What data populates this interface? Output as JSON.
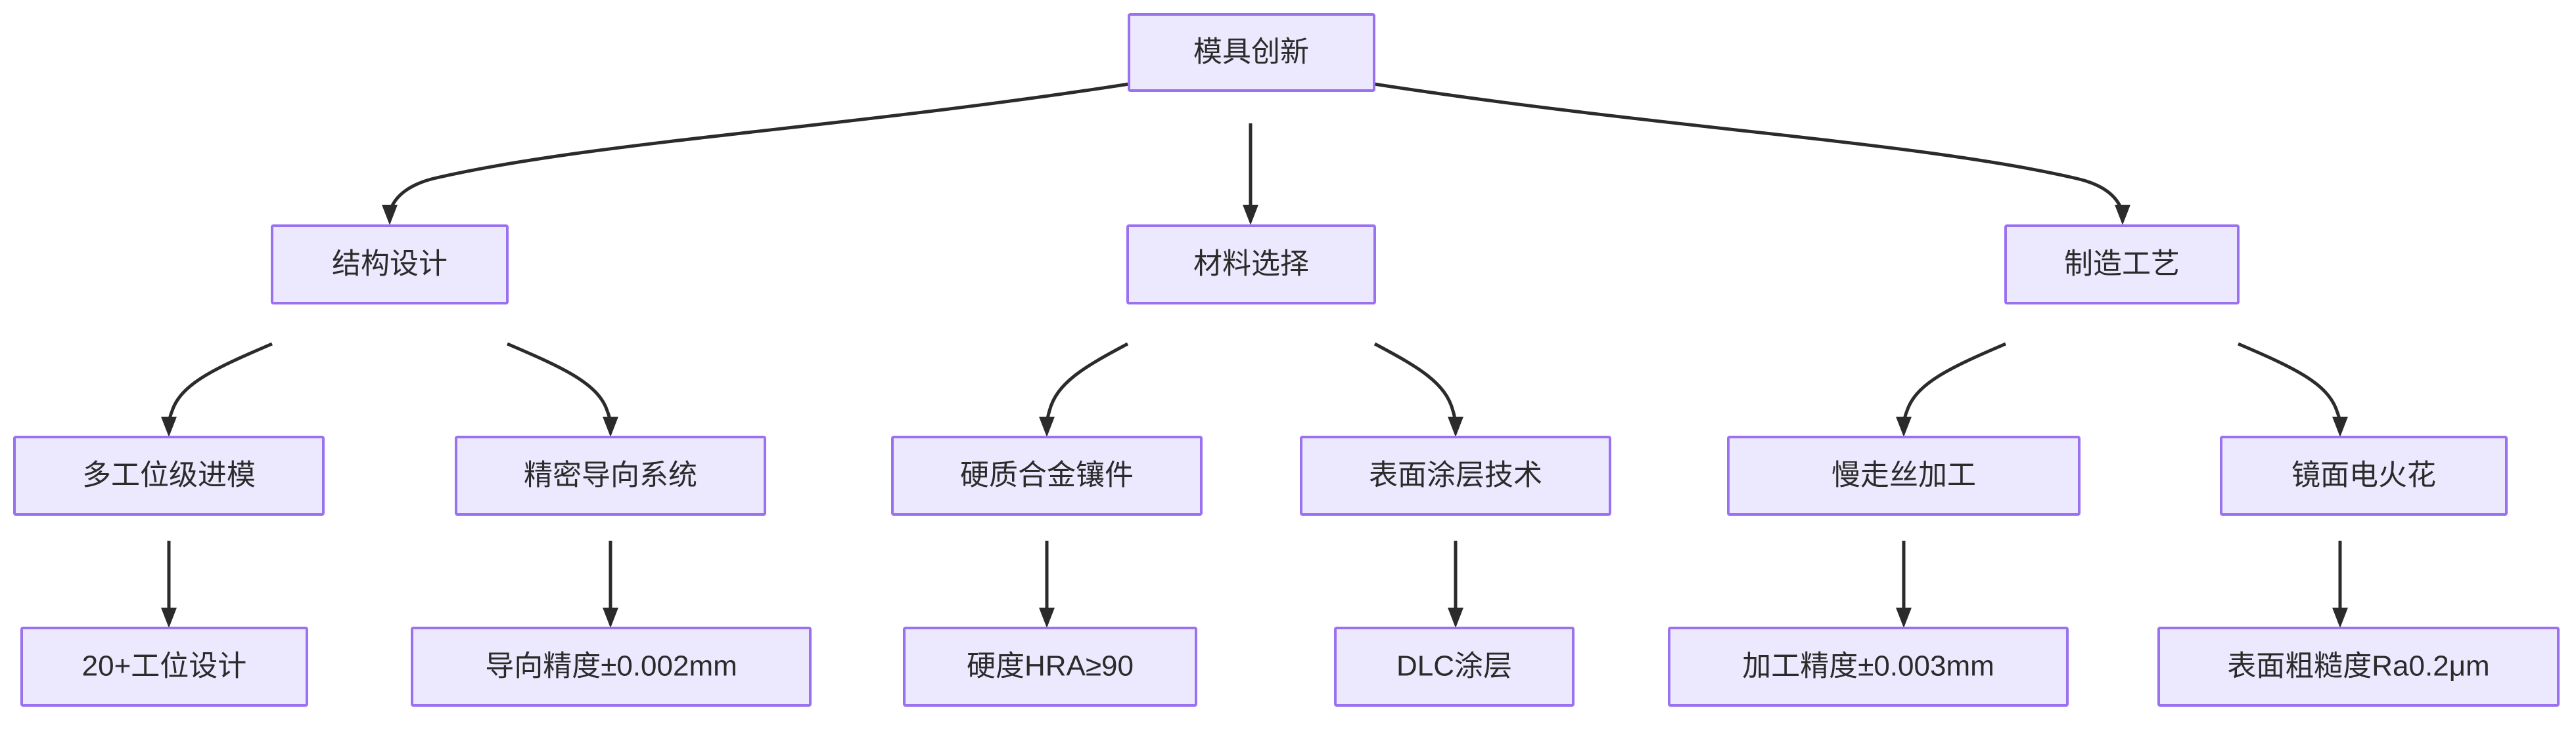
{
  "diagram": {
    "type": "flowchart",
    "orientation": "top-down",
    "background_color": "#ffffff",
    "node_fill_color": "#ECE8FD",
    "node_border_color": "#9A72F0",
    "edge_color": "#2b2b2b",
    "text_color": "#2b2b2b",
    "levels": 4,
    "node_count": 13,
    "edge_count": 12
  },
  "nodes": {
    "root": {
      "id": "n_root",
      "label": "模具创新",
      "level": 1
    },
    "l2": [
      {
        "id": "n_struct",
        "label": "结构设计",
        "level": 2
      },
      {
        "id": "n_material",
        "label": "材料选择",
        "level": 2
      },
      {
        "id": "n_process",
        "label": "制造工艺",
        "level": 2
      }
    ],
    "l3": [
      {
        "id": "n_progressive",
        "label": "多工位级进模",
        "level": 3,
        "parent": "n_struct"
      },
      {
        "id": "n_guide",
        "label": "精密导向系统",
        "level": 3,
        "parent": "n_struct"
      },
      {
        "id": "n_carbide",
        "label": "硬质合金镶件",
        "level": 3,
        "parent": "n_material"
      },
      {
        "id": "n_coating",
        "label": "表面涂层技术",
        "level": 3,
        "parent": "n_material"
      },
      {
        "id": "n_wirecut",
        "label": "慢走丝加工",
        "level": 3,
        "parent": "n_process"
      },
      {
        "id": "n_edm",
        "label": "镜面电火花",
        "level": 3,
        "parent": "n_process"
      }
    ],
    "l4": [
      {
        "id": "n_stations",
        "label": "20+工位设计",
        "level": 4,
        "parent": "n_progressive"
      },
      {
        "id": "n_guideacc",
        "label": "导向精度±0.002mm",
        "level": 4,
        "parent": "n_guide"
      },
      {
        "id": "n_hardness",
        "label": "硬度HRA≥90",
        "level": 4,
        "parent": "n_carbide"
      },
      {
        "id": "n_dlc",
        "label": "DLC涂层",
        "level": 4,
        "parent": "n_coating"
      },
      {
        "id": "n_machacc",
        "label": "加工精度±0.003mm",
        "level": 4,
        "parent": "n_wirecut"
      },
      {
        "id": "n_roughness",
        "label": "表面粗糙度Ra0.2μm",
        "level": 4,
        "parent": "n_edm"
      }
    ]
  },
  "edges": [
    {
      "from": "模具创新",
      "to": "结构设计"
    },
    {
      "from": "模具创新",
      "to": "材料选择"
    },
    {
      "from": "模具创新",
      "to": "制造工艺"
    },
    {
      "from": "结构设计",
      "to": "多工位级进模"
    },
    {
      "from": "结构设计",
      "to": "精密导向系统"
    },
    {
      "from": "材料选择",
      "to": "硬质合金镶件"
    },
    {
      "from": "材料选择",
      "to": "表面涂层技术"
    },
    {
      "from": "制造工艺",
      "to": "慢走丝加工"
    },
    {
      "from": "制造工艺",
      "to": "镜面电火花"
    },
    {
      "from": "多工位级进模",
      "to": "20+工位设计"
    },
    {
      "from": "精密导向系统",
      "to": "导向精度±0.002mm"
    },
    {
      "from": "硬质合金镶件",
      "to": "硬度HRA≥90"
    },
    {
      "from": "表面涂层技术",
      "to": "DLC涂层"
    },
    {
      "from": "慢走丝加工",
      "to": "加工精度±0.003mm"
    },
    {
      "from": "镜面电火花",
      "to": "表面粗糙度Ra0.2μm"
    }
  ]
}
